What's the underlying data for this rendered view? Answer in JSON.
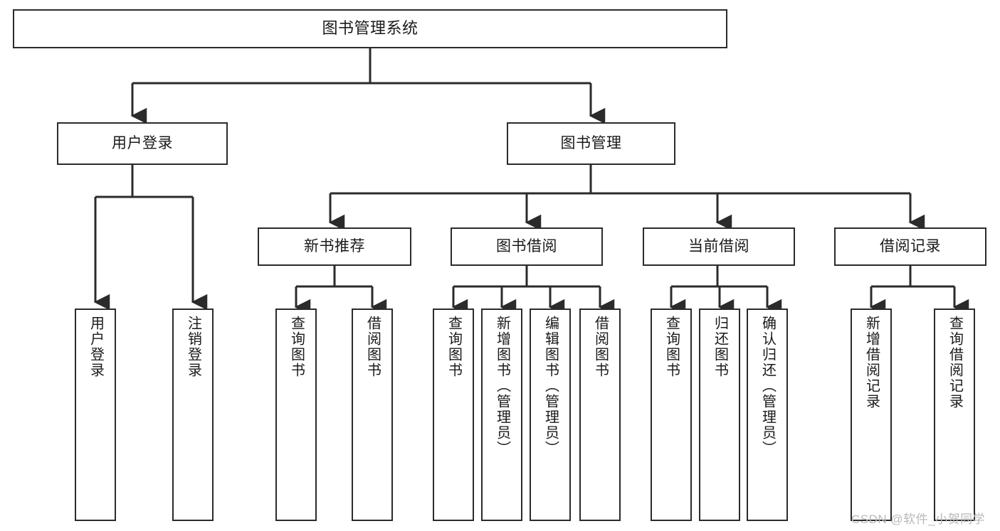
{
  "diagram": {
    "title": "图书管理系统",
    "type": "tree-hierarchy-diagram",
    "colors": {
      "box_border": "#2b2b2b",
      "box_fill": "#ffffff",
      "connector": "#2b2b2b",
      "text": "#1a1a1a",
      "watermark": "#b9b9b9"
    },
    "root": {
      "label": "图书管理系统"
    },
    "level2": [
      {
        "label": "用户登录"
      },
      {
        "label": "图书管理"
      }
    ],
    "level3": [
      {
        "label": "新书推荐"
      },
      {
        "label": "图书借阅"
      },
      {
        "label": "当前借阅"
      },
      {
        "label": "借阅记录"
      }
    ],
    "leaves": {
      "user_login": [
        {
          "label": "用户登录"
        },
        {
          "label": "注销登录"
        }
      ],
      "new_book_recommend": [
        {
          "label": "查询图书"
        },
        {
          "label": "借阅图书"
        }
      ],
      "book_borrow": [
        {
          "label": "查询图书"
        },
        {
          "label": "新增图书（管理员）"
        },
        {
          "label": "编辑图书（管理员）"
        },
        {
          "label": "借阅图书"
        }
      ],
      "current_borrow": [
        {
          "label": "查询图书"
        },
        {
          "label": "归还图书"
        },
        {
          "label": "确认归还（管理员）"
        }
      ],
      "borrow_record": [
        {
          "label": "新增借阅记录"
        },
        {
          "label": "查询借阅记录"
        }
      ]
    },
    "watermark": "CSDN @软件_小贺同学"
  }
}
